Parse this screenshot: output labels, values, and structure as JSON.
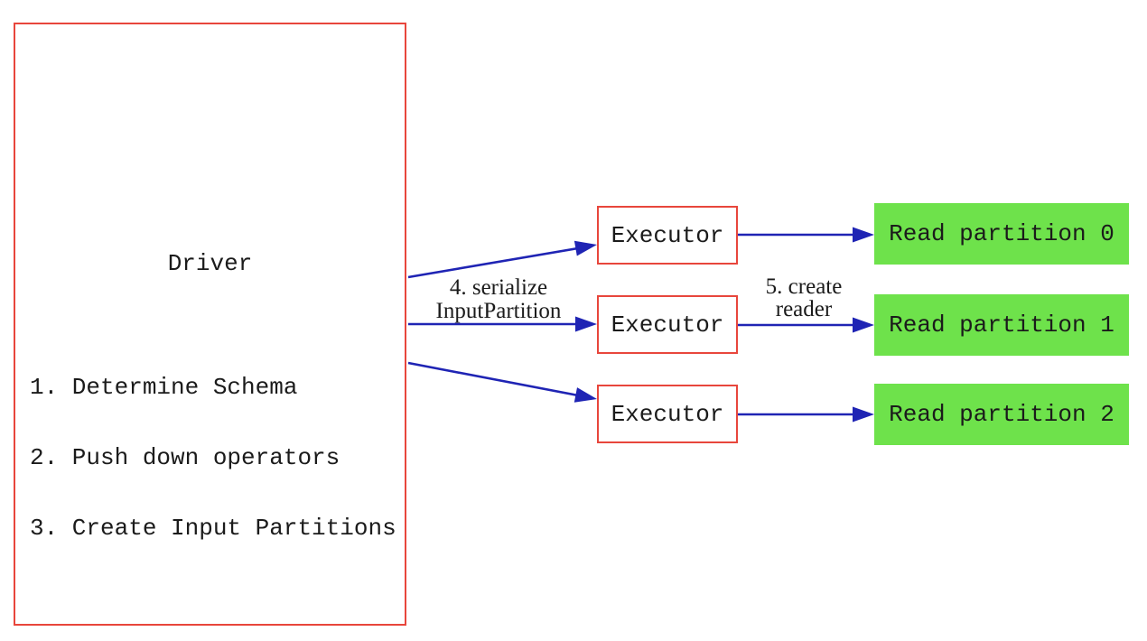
{
  "diagram": {
    "driver": {
      "title": "Driver",
      "steps": [
        "1. Determine Schema",
        "2. Push down operators",
        "3. Create Input Partitions"
      ]
    },
    "executors": [
      {
        "label": "Executor"
      },
      {
        "label": "Executor"
      },
      {
        "label": "Executor"
      }
    ],
    "partitions": [
      {
        "label": "Read partition 0"
      },
      {
        "label": "Read partition 1"
      },
      {
        "label": "Read partition 2"
      }
    ],
    "edge_labels": {
      "serialize": {
        "line1": "4. serialize",
        "line2": "InputPartition"
      },
      "create_reader": {
        "line1": "5. create",
        "line2": "reader"
      }
    },
    "colors": {
      "box-border-red": "#e8463c",
      "arrow-blue": "#1f24b4",
      "partition-green": "#6ee24b",
      "text-black": "#1b1b1b",
      "background": "#ffffff"
    }
  }
}
